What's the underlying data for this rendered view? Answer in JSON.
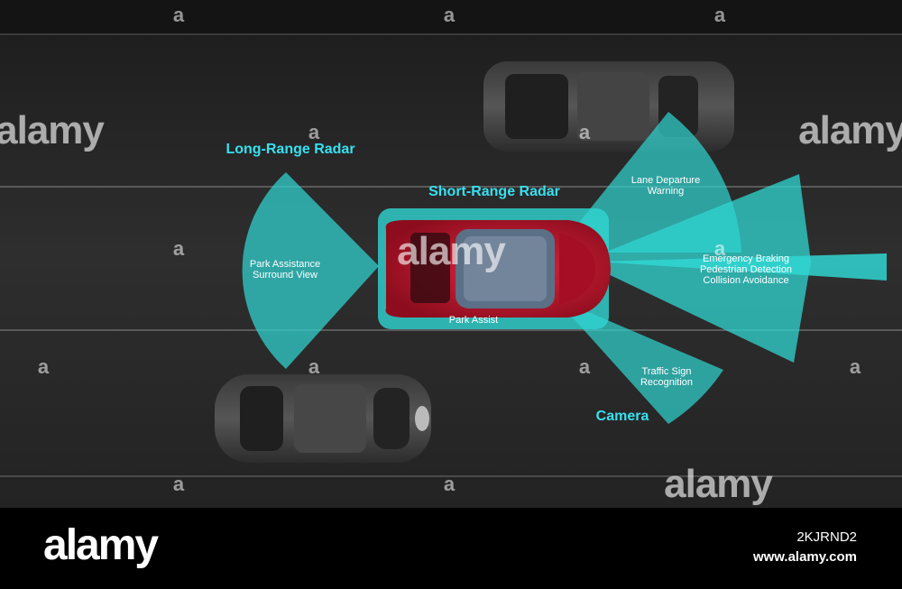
{
  "diagram": {
    "titles": {
      "long_range_radar": "Long-Range Radar",
      "short_range_radar": "Short-Range Radar",
      "camera": "Camera"
    },
    "zones": {
      "park_assistance": "Park Assistance\nSurround View",
      "park_assist": "Park Assist",
      "lane_departure": "Lane Departure\nWarning",
      "emergency": "Emergency Braking\nPedestrian Detection\nCollision Avoidance",
      "traffic_sign": "Traffic Sign\nRecognition"
    },
    "colors": {
      "accent": "#38e0f0",
      "sensor_fill": "#30d6d2",
      "car_body": "#c8102e",
      "road": "#2b2b2b"
    }
  },
  "watermark": {
    "brand": "alamy",
    "letter": "a"
  },
  "footer": {
    "logo": "alamy",
    "image_id": "2KJRND2",
    "url": "www.alamy.com"
  }
}
